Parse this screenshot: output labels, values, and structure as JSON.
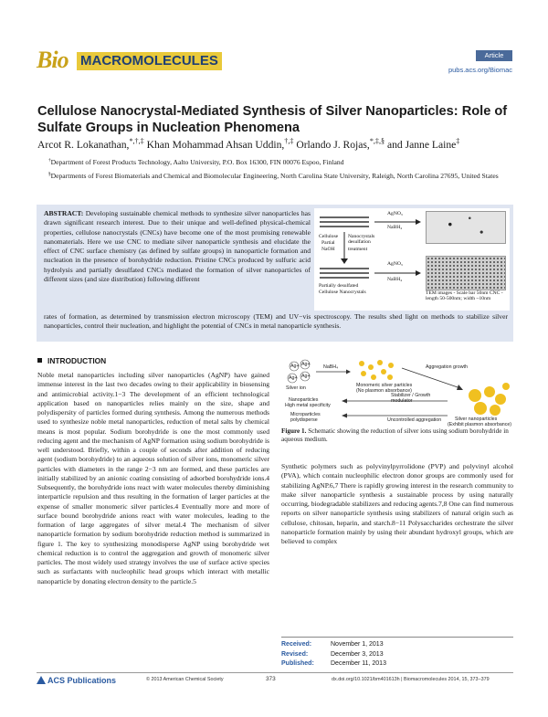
{
  "header": {
    "logo_part1": "Bio",
    "logo_part2": "MACROMOLECULES",
    "article_tag": "Article",
    "url": "pubs.acs.org/Biomac"
  },
  "title": "Cellulose Nanocrystal-Mediated Synthesis of Silver Nanoparticles: Role of Sulfate Groups in Nucleation Phenomena",
  "authors": [
    {
      "name": "Arcot R. Lokanathan,",
      "sup": "*,†,‡"
    },
    {
      "name": " Khan Mohammad Ahsan Uddin,",
      "sup": "†,‡"
    },
    {
      "name": " Orlando J. Rojas,",
      "sup": "*,‡,§"
    },
    {
      "name": " and Janne Laine",
      "sup": "‡"
    }
  ],
  "affiliations": [
    {
      "mark": "†",
      "text": "Department of Forest Products Technology, Aalto University, P.O. Box 16300, FIN 00076 Espoo, Finland"
    },
    {
      "mark": "§",
      "text": "Departments of Forest Biomaterials and Chemical and Biomolecular Engineering, North Carolina State University, Raleigh, North Carolina 27695, United States"
    }
  ],
  "abstract": {
    "label": "ABSTRACT:",
    "text_narrow": "Developing sustainable chemical methods to synthesize silver nanoparticles has drawn significant research interest. Due to their unique and well-defined physical-chemical properties, cellulose nanocrystals (CNCs) have become one of the most promising renewable nanomaterials. Here we use CNC to mediate silver nanoparticle synthesis and elucidate the effect of CNC surface chemistry (as defined by sulfate groups) in nanoparticle formation and nucleation in the presence of borohydride reduction. Pristine CNCs produced by sulfuric acid hydrolysis and partially desulfated CNCs mediated the formation of silver nanoparticles of different sizes (and size distribution) following different",
    "text_wide": "rates of formation, as determined by transmission electron microscopy (TEM) and UV−vis spectroscopy. The results shed light on methods to stabilize silver nanoparticles, control their nucleation, and highlight the potential of CNCs in metal nanoparticle synthesis."
  },
  "toc_graphic": {
    "agno3_top": "AgNO₃",
    "nabh4_top": "NaBH₄",
    "cellulose": "Cellulose",
    "partial": "Partial",
    "naoh": "NaOH",
    "nanocrystals_desulfation": "Nanocrystals desulfation",
    "treatment": "treatment",
    "partially_desulfated": "Partially desulfated",
    "cellulose_nanocrystals": "Cellulose Nanocrystals",
    "agno3_bottom": "AgNO₃",
    "nabh4_bottom": "NaBH₄",
    "tem_caption": "TEM images - Scale bar 50nm CNC - length 50-500nm; width ~10nm"
  },
  "intro": {
    "heading": "INTRODUCTION",
    "col1": "Noble metal nanoparticles including silver nanoparticles (AgNP) have gained immense interest in the last two decades owing to their applicability in biosensing and antimicrobial activity.1−3 The development of an efficient technological application based on nanoparticles relies mainly on the size, shape and polydispersity of particles formed during synthesis. Among the numerous methods used to synthesize noble metal nanoparticles, reduction of metal salts by chemical means is most popular. Sodium borohydride is one the most commonly used reducing agent and the mechanism of AgNP formation using sodium borohydride is well understood. Briefly, within a couple of seconds after addition of reducing agent (sodium borohydride) to an aqueous solution of silver ions, monomeric silver particles with diameters in the range 2−3 nm are formed, and these particles are initially stabilized by an anionic coating consisting of adsorbed borohydride ions.4 Subsequently, the borohydride ions react with water molecules thereby diminishing interparticle repulsion and thus resulting in the formation of larger particles at the expense of smaller monomeric silver particles.4 Eventually more and more of surface bound borohydride anions react with water molecules, leading to the formation of large aggregates of silver metal.4 The mechanism of silver nanoparticle formation by sodium borohydride reduction method is summarized in figure 1. The key to synthesizing monodisperse AgNP using borohydride wet chemical reduction is to control the aggregation and growth of monomeric silver particles. The most widely used strategy involves the use of surface active species such as surfactants with nucleophilic head groups which interact with metallic nanoparticle by donating electron density to the particle.5",
    "col2": "Synthetic polymers such as polyvinylpyrrolidone (PVP) and polyvinyl alcohol (PVA), which contain nucleophilic electron donor groups are commonly used for stabilizing AgNP.6,7 There is rapidly growing interest in the research community to make silver nanoparticle synthesis a sustainable process by using naturally occurring, biodegradable stabilizers and reducing agents.7,8 One can find numerous reports on silver nanoparticle synthesis using stabilizers of natural origin such as cellulose, chitosan, heparin, and starch.8−11 Polysaccharides orchestrate the silver nanoparticle formation mainly by using their abundant hydroxyl groups, which are believed to complex"
  },
  "figure1": {
    "ag1": "Ag+",
    "ag2": "Ag+",
    "ag3": "Ag+",
    "ag4": "Ag+",
    "nabh4": "NaBH₄",
    "silver_ion": "Silver ion",
    "monomeric": "Monomeric silver particles",
    "monomeric_sub": "(No plasmon absorbance)",
    "aggregation": "Aggregation growth",
    "nanoparticles": "Nanoparticles",
    "high_stability": "High metal specificity",
    "stabilizer": "Stabilizer / Growth modulator",
    "uncontrolled": "Uncontrolled aggregation",
    "microparticles": "Microparticles polydisperse",
    "silver_nanoparticles": "Silver nanoparticles",
    "silver_np_sub": "(Exhibit plasmon absorbance)",
    "caption_label": "Figure 1.",
    "caption_text": "Schematic showing the reduction of silver ions using sodium borohydride in aqueous medium."
  },
  "dates": [
    {
      "k": "Received:",
      "v": "November 1, 2013"
    },
    {
      "k": "Revised:",
      "v": "December 3, 2013"
    },
    {
      "k": "Published:",
      "v": "December 11, 2013"
    }
  ],
  "footer": {
    "acs": "ACS Publications",
    "copyright": "© 2013 American Chemical Society",
    "page": "373",
    "doi": "dx.doi.org/10.1021/bm401613h | Biomacromolecules 2014, 15, 373−379"
  },
  "colors": {
    "abstract_bg": "#dfe5f1",
    "accent_blue": "#2a5aa0",
    "logo_gold": "#e9c93a",
    "silver_particle": "#f0c020"
  }
}
